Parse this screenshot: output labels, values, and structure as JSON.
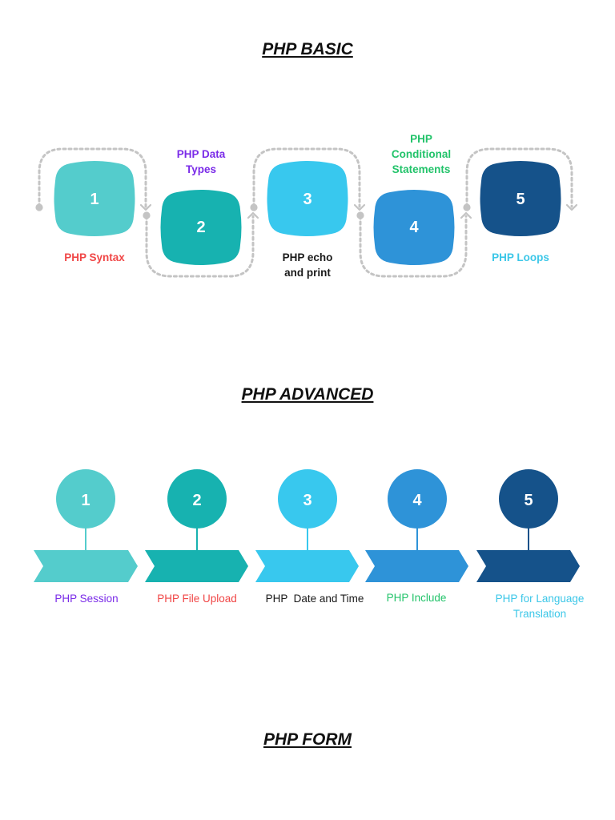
{
  "sections": {
    "basic_title": "PHP BASIC",
    "advanced_title": "PHP ADVANCED",
    "form_title": "PHP FORM"
  },
  "basic": {
    "steps": [
      {
        "number": "1",
        "label": "PHP Syntax",
        "box_color": "#54CCCC",
        "label_color": "#F04646"
      },
      {
        "number": "2",
        "label": "PHP Data Types",
        "box_color": "#17B2B0",
        "label_color": "#7A2BE8"
      },
      {
        "number": "3",
        "label": "PHP echo and print",
        "box_color": "#38C8EE",
        "label_color": "#1A1A1A"
      },
      {
        "number": "4",
        "label": "PHP Conditional Statements",
        "box_color": "#2E93D8",
        "label_color": "#22C36A"
      },
      {
        "number": "5",
        "label": "PHP Loops",
        "box_color": "#15528A",
        "label_color": "#3CC7E8"
      }
    ],
    "connector_color": "#C4C4C4"
  },
  "advanced": {
    "steps": [
      {
        "number": "1",
        "label": "PHP Session",
        "color": "#54CCCC",
        "label_color": "#7A2BE8"
      },
      {
        "number": "2",
        "label": "PHP File Upload",
        "color": "#17B2B0",
        "label_color": "#F04646"
      },
      {
        "number": "3",
        "label": "PHP  Date and Time",
        "color": "#38C8EE",
        "label_color": "#1A1A1A"
      },
      {
        "number": "4",
        "label": "PHP Include",
        "color": "#2E93D8",
        "label_color": "#22C36A"
      },
      {
        "number": "5",
        "label": "PHP for Language Translation",
        "color": "#15528A",
        "label_color": "#3CC7E8"
      }
    ]
  }
}
